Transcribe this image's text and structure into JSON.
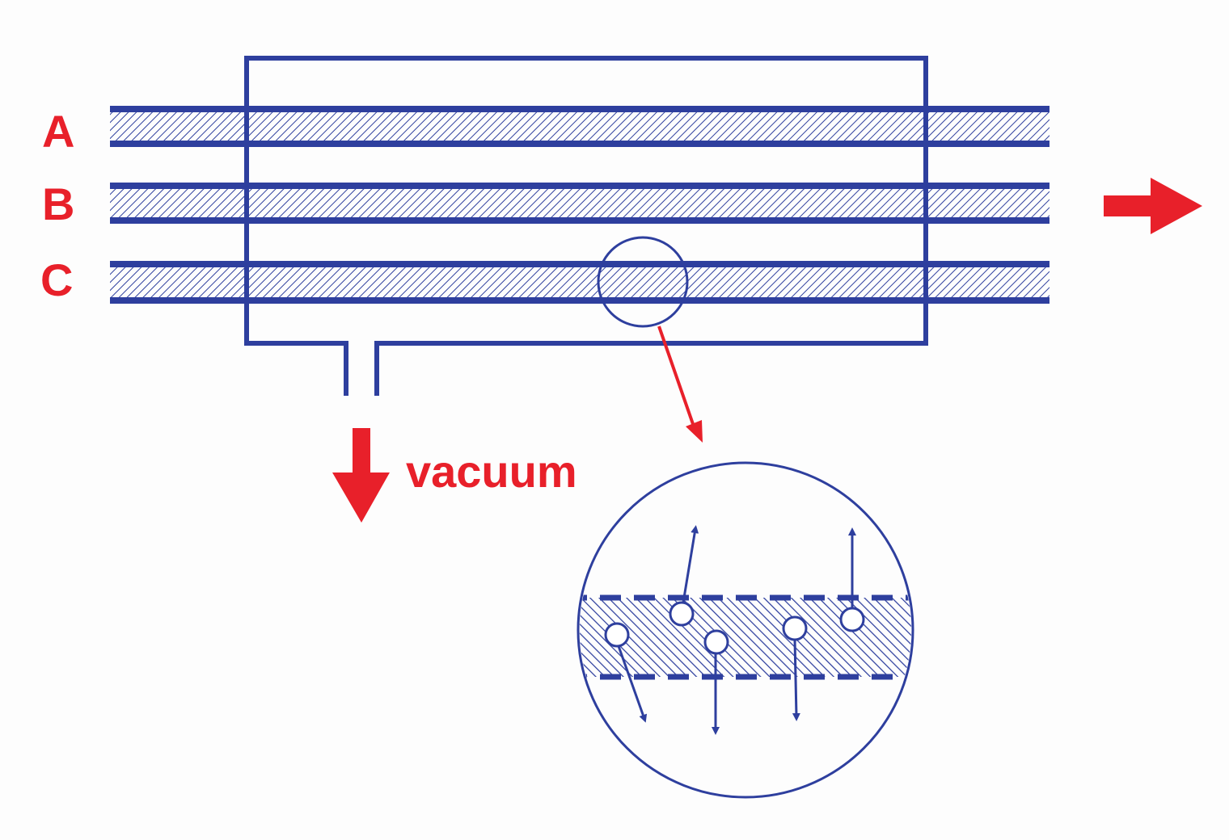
{
  "labels": {
    "a": "A",
    "b": "B",
    "c": "C",
    "vacuum": "vacuum"
  },
  "colors": {
    "blue": "#2e3f9e",
    "red": "#e8202a"
  }
}
